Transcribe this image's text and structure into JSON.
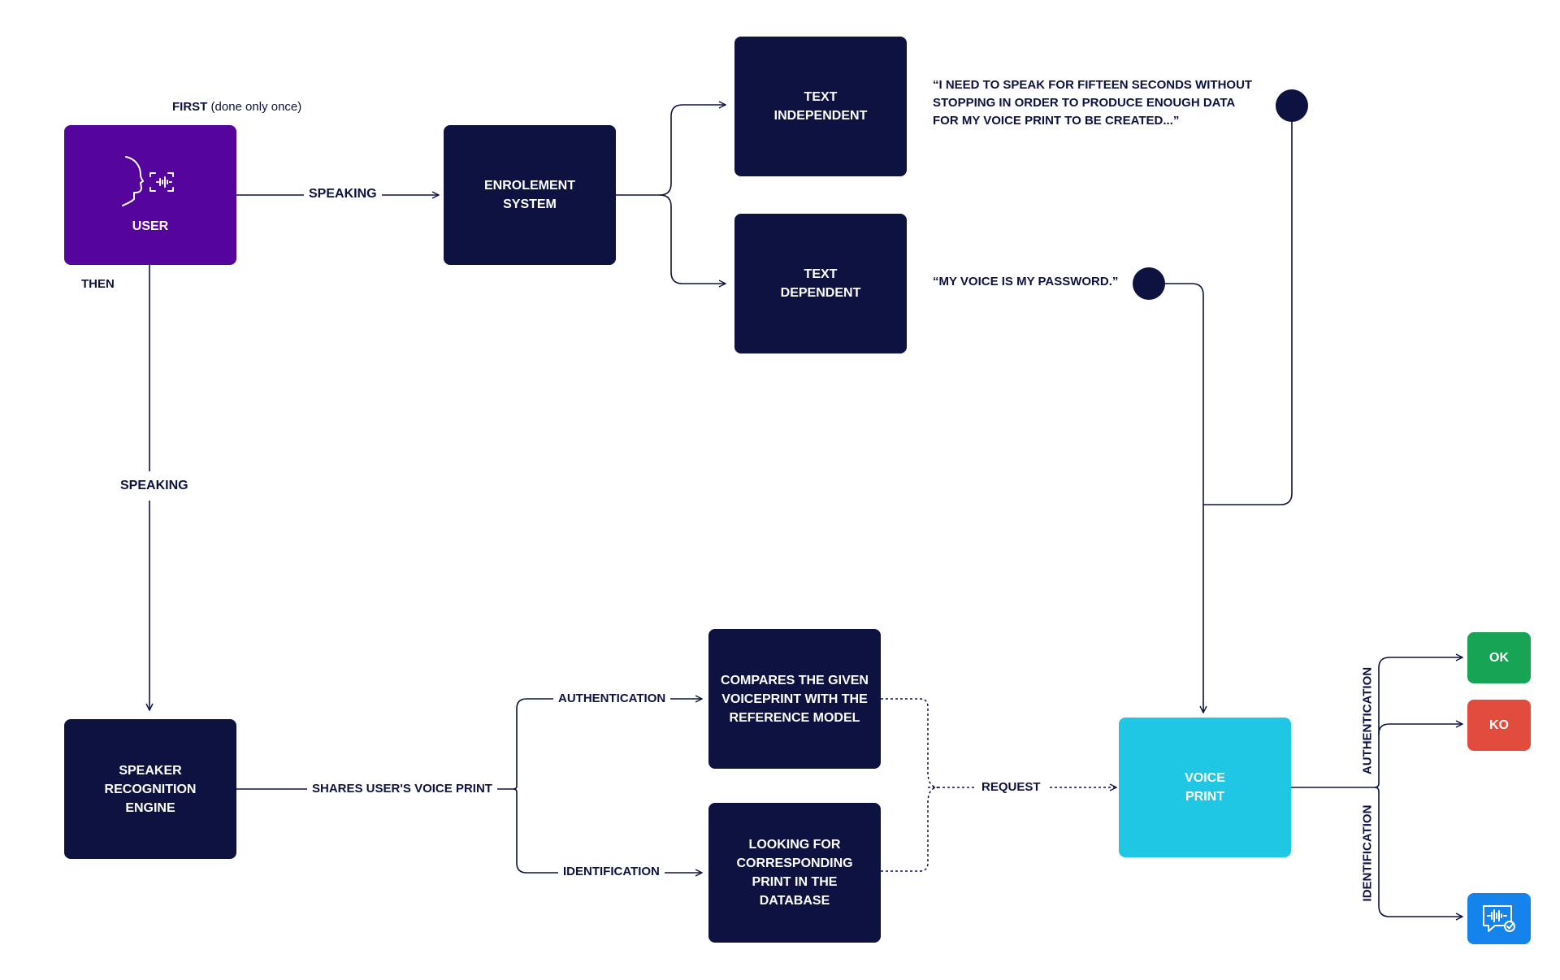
{
  "nodes": {
    "user": "USER",
    "enrolement": "ENROLEMENT\nSYSTEM",
    "text_independent": "TEXT\nINDEPENDENT",
    "text_dependent": "TEXT\nDEPENDENT",
    "speaker_engine": "SPEAKER\nRECOGNITION\nENGINE",
    "compares": "COMPARES THE GIVEN\nVOICEPRINT WITH THE\nREFERENCE MODEL",
    "looking": "LOOKING FOR\nCORRESPONDING\nPRINT IN THE\nDATABASE",
    "voice_print": "VOICE\nPRINT",
    "ok": "OK",
    "ko": "KO"
  },
  "labels": {
    "first_bold": "FIRST",
    "first_note": "(done only once)",
    "then": "THEN",
    "speaking_top": "SPEAKING",
    "speaking_left": "SPEAKING",
    "shares": "SHARES USER'S VOICE PRINT",
    "authentication": "AUTHENTICATION",
    "identification": "IDENTIFICATION",
    "request": "REQUEST",
    "authentication_vertical": "AUTHENTICATION",
    "identification_vertical": "IDENTIFICATION"
  },
  "quotes": {
    "text_independent_example": "“I NEED TO SPEAK FOR FIFTEEN SECONDS WITHOUT STOPPING IN ORDER TO PRODUCE ENOUGH DATA FOR MY VOICE PRINT TO BE CREATED...”",
    "text_dependent_example": "“MY VOICE IS MY PASSWORD.”"
  },
  "icons": {
    "user": "face-voice-scan-icon",
    "identified": "voice-chat-check-icon"
  },
  "colors": {
    "navy": "#0d1240",
    "purple": "#55049c",
    "cyan": "#1fc7e5",
    "green": "#17a454",
    "red": "#e24c3d",
    "blue": "#1583ec"
  }
}
